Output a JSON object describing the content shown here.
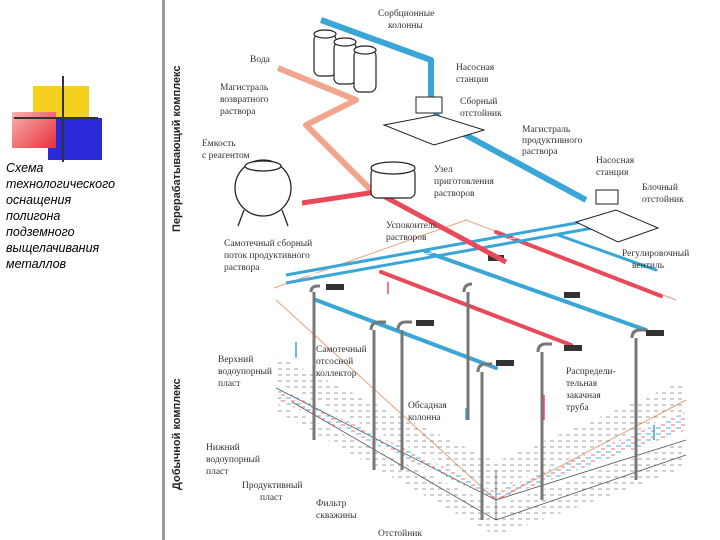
{
  "caption": {
    "lines": [
      "Схема",
      "технологического",
      "оснащения",
      "полигона",
      "подземного",
      "выщелачивания",
      "металлов"
    ]
  },
  "side_labels": {
    "processing": "Перерабатывающий комплекс",
    "mining": "Добычной комплекс"
  },
  "labels": {
    "sorption_columns": [
      "Сорбционные",
      "колонны"
    ],
    "water": "Вода",
    "return_line": [
      "Магистраль",
      "возвратного",
      "раствора"
    ],
    "pump_station_1": [
      "Насосная",
      "станция"
    ],
    "collector_settler": [
      "Сборный",
      "отстойник"
    ],
    "product_line": [
      "Магистраль",
      "продуктивного",
      "раствора"
    ],
    "reagent_tank": [
      "Емкость",
      "с реагентом"
    ],
    "prep_unit": [
      "Узел",
      "приготовления",
      "растворов"
    ],
    "pump_station_2": [
      "Насосная",
      "станция"
    ],
    "block_settler": [
      "Блочный",
      "отстойник"
    ],
    "stabilizer": [
      "Успокоитель",
      "растворов"
    ],
    "gravity_flow": [
      "Самотечный сборный",
      "поток продуктивного",
      "раствора"
    ],
    "control_valve": [
      "Регулировочный",
      "вентиль"
    ],
    "upper_aquitard": [
      "Верхний",
      "водоупорный",
      "пласт"
    ],
    "gravity_collector": [
      "Самотечный",
      "отсосной",
      "коллектор"
    ],
    "distribution_pipe": [
      "Распредели-",
      "тельная",
      "закачная",
      "труба"
    ],
    "casing": [
      "Обсадная",
      "колонна"
    ],
    "lower_aquitard": [
      "Нижний",
      "водоупорный",
      "пласт"
    ],
    "productive_layer": [
      "Продуктивный",
      "пласт"
    ],
    "well_filter": [
      "Фильтр",
      "скважины"
    ],
    "sump": "Отстойник"
  },
  "colors": {
    "product": "#3aa6d8",
    "return": "#e84a5a",
    "return_light": "#f0a58c",
    "deco_yellow": "#f5d020",
    "deco_red": "#e8303a",
    "deco_blue": "#2a2ad8"
  }
}
